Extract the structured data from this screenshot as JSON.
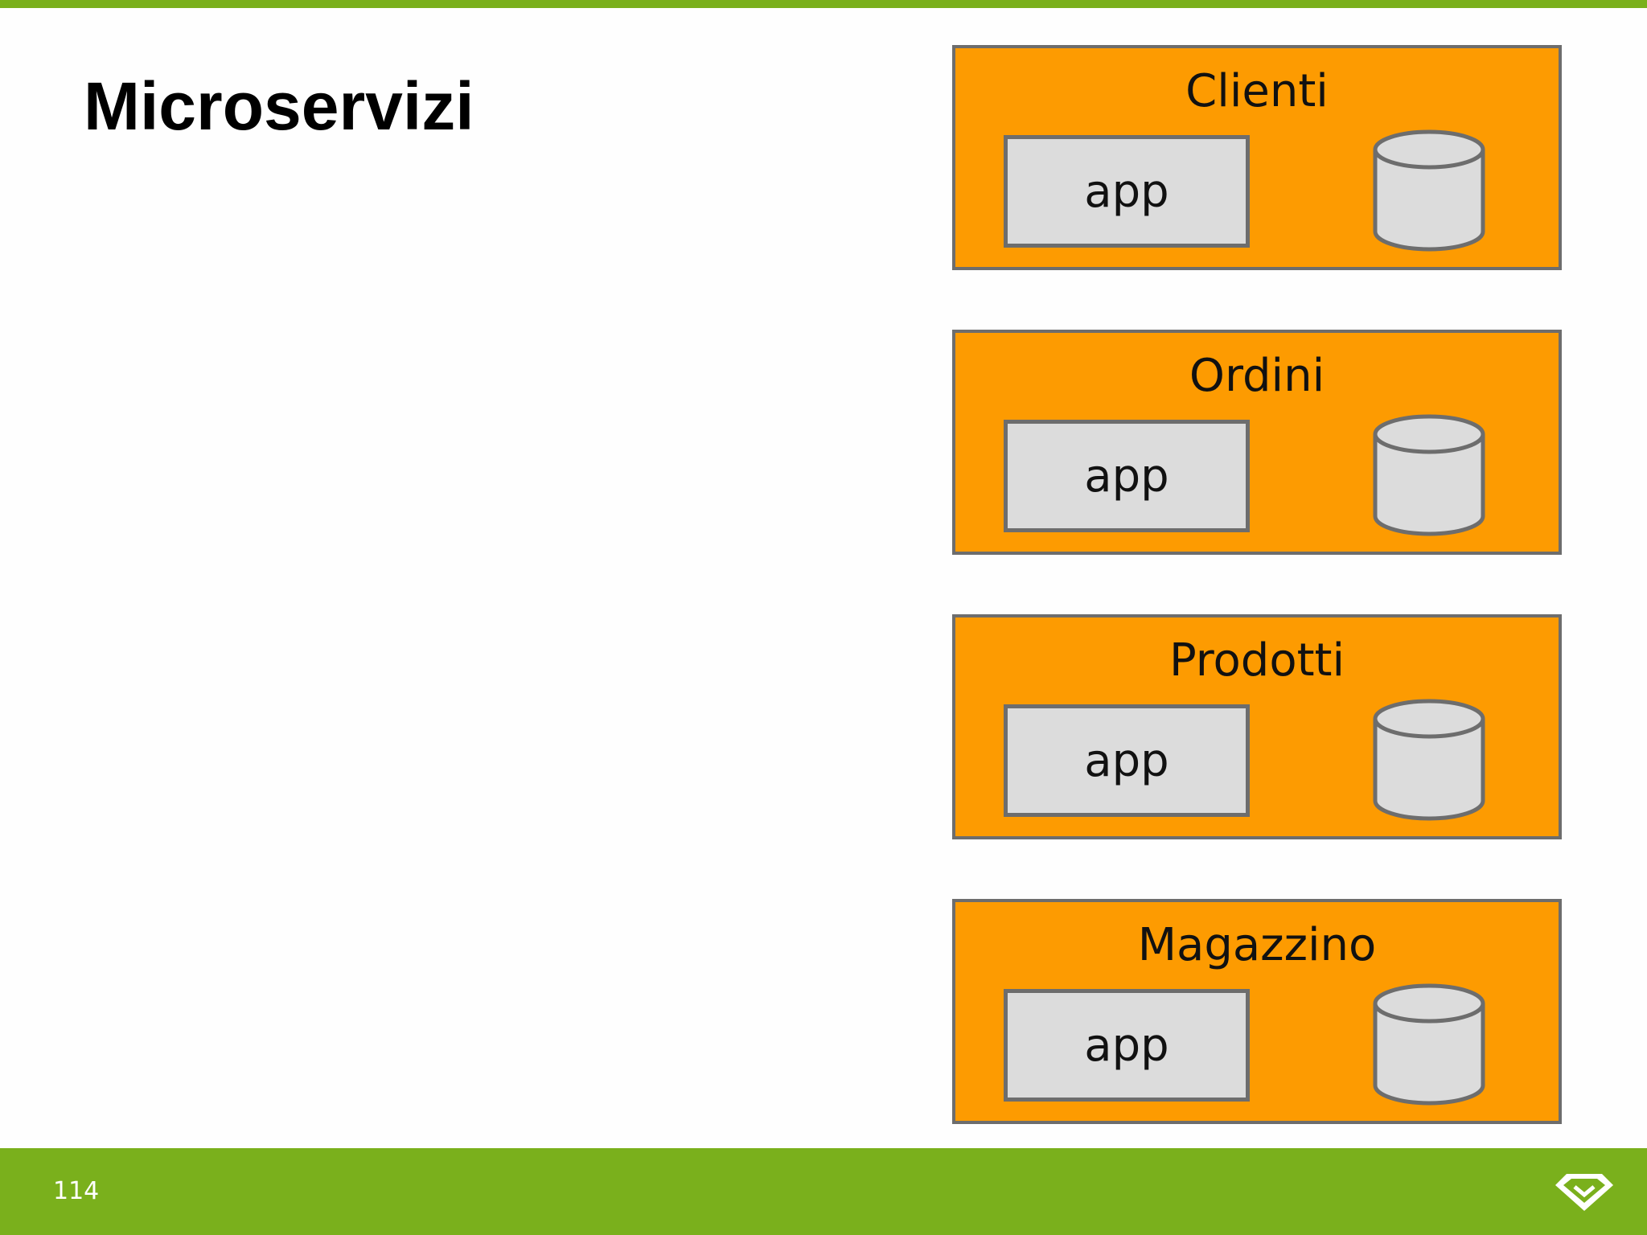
{
  "slide": {
    "title": "Microservizi",
    "page_number": "114"
  },
  "colors": {
    "brand_green": "#7ab01c",
    "service_orange": "#fd9b01",
    "app_gray": "#dcdcdc",
    "border_gray": "#6d6d6d"
  },
  "services": [
    {
      "name": "Clienti",
      "app_label": "app",
      "db_icon": "database-icon"
    },
    {
      "name": "Ordini",
      "app_label": "app",
      "db_icon": "database-icon"
    },
    {
      "name": "Prodotti",
      "app_label": "app",
      "db_icon": "database-icon"
    },
    {
      "name": "Magazzino",
      "app_label": "app",
      "db_icon": "database-icon"
    }
  ],
  "footer": {
    "logo_icon": "diamond-logo-icon"
  }
}
